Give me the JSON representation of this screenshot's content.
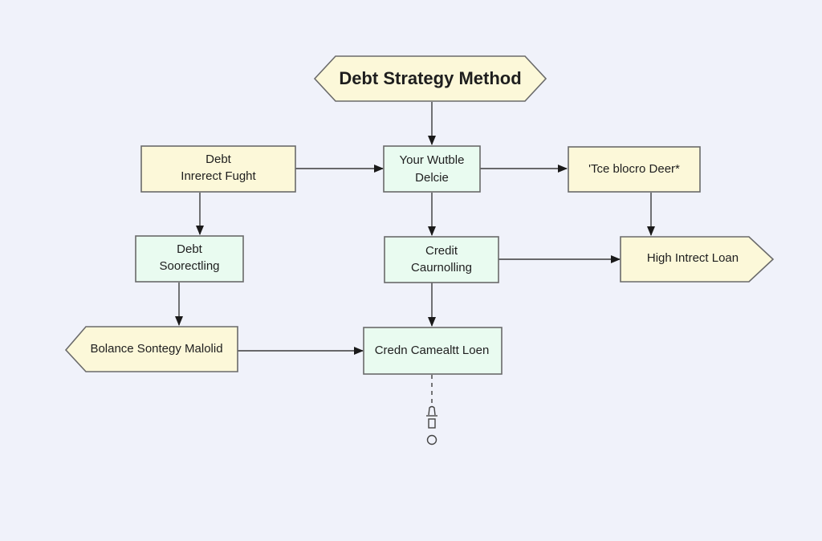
{
  "diagram": {
    "title": "Debt Strategy Method",
    "nodes": {
      "title": {
        "label_lines": [
          "Debt Strategy Method"
        ],
        "shape": "hexagon",
        "color": "yellow"
      },
      "debt_interest": {
        "label_lines": [
          "Debt",
          "Inrerect Fught"
        ],
        "shape": "rectangle",
        "color": "yellow"
      },
      "your_debt": {
        "label_lines": [
          "Your Wutble",
          "Delcie"
        ],
        "shape": "rectangle",
        "color": "green"
      },
      "tee_blocre": {
        "label_lines": [
          "'Tce blocro Deer*"
        ],
        "shape": "rectangle",
        "color": "yellow"
      },
      "debt_scoring": {
        "label_lines": [
          "Debt",
          "Soorectling"
        ],
        "shape": "rectangle",
        "color": "green"
      },
      "credit_counseling": {
        "label_lines": [
          "Credit",
          "Caurnolling"
        ],
        "shape": "rectangle",
        "color": "green"
      },
      "high_interest": {
        "label_lines": [
          "High Intrect Loan"
        ],
        "shape": "arrow-right",
        "color": "yellow"
      },
      "balance_strategy": {
        "label_lines": [
          "Bolance Sontegy Malolid"
        ],
        "shape": "arrow-left",
        "color": "yellow"
      },
      "credit_loan": {
        "label_lines": [
          "Credn Camealtt Loen"
        ],
        "shape": "rectangle",
        "color": "green"
      }
    },
    "edges": [
      {
        "from": "title",
        "to": "your_debt"
      },
      {
        "from": "debt_interest",
        "to": "your_debt"
      },
      {
        "from": "your_debt",
        "to": "tee_blocre"
      },
      {
        "from": "debt_interest",
        "to": "debt_scoring"
      },
      {
        "from": "your_debt",
        "to": "credit_counseling"
      },
      {
        "from": "tee_blocre",
        "to": "high_interest"
      },
      {
        "from": "credit_counseling",
        "to": "high_interest"
      },
      {
        "from": "debt_scoring",
        "to": "balance_strategy"
      },
      {
        "from": "credit_counseling",
        "to": "credit_loan"
      },
      {
        "from": "balance_strategy",
        "to": "credit_loan"
      },
      {
        "from": "credit_loan",
        "to": "terminal",
        "style": "dashed"
      }
    ],
    "terminal_icon": "person-terminal-icon",
    "colors": {
      "background": "#f0f2fa",
      "yellow_fill": "#fcf8d9",
      "green_fill": "#e9fbf0",
      "border": "#6a6a6a",
      "text": "#1e1e1e"
    }
  }
}
